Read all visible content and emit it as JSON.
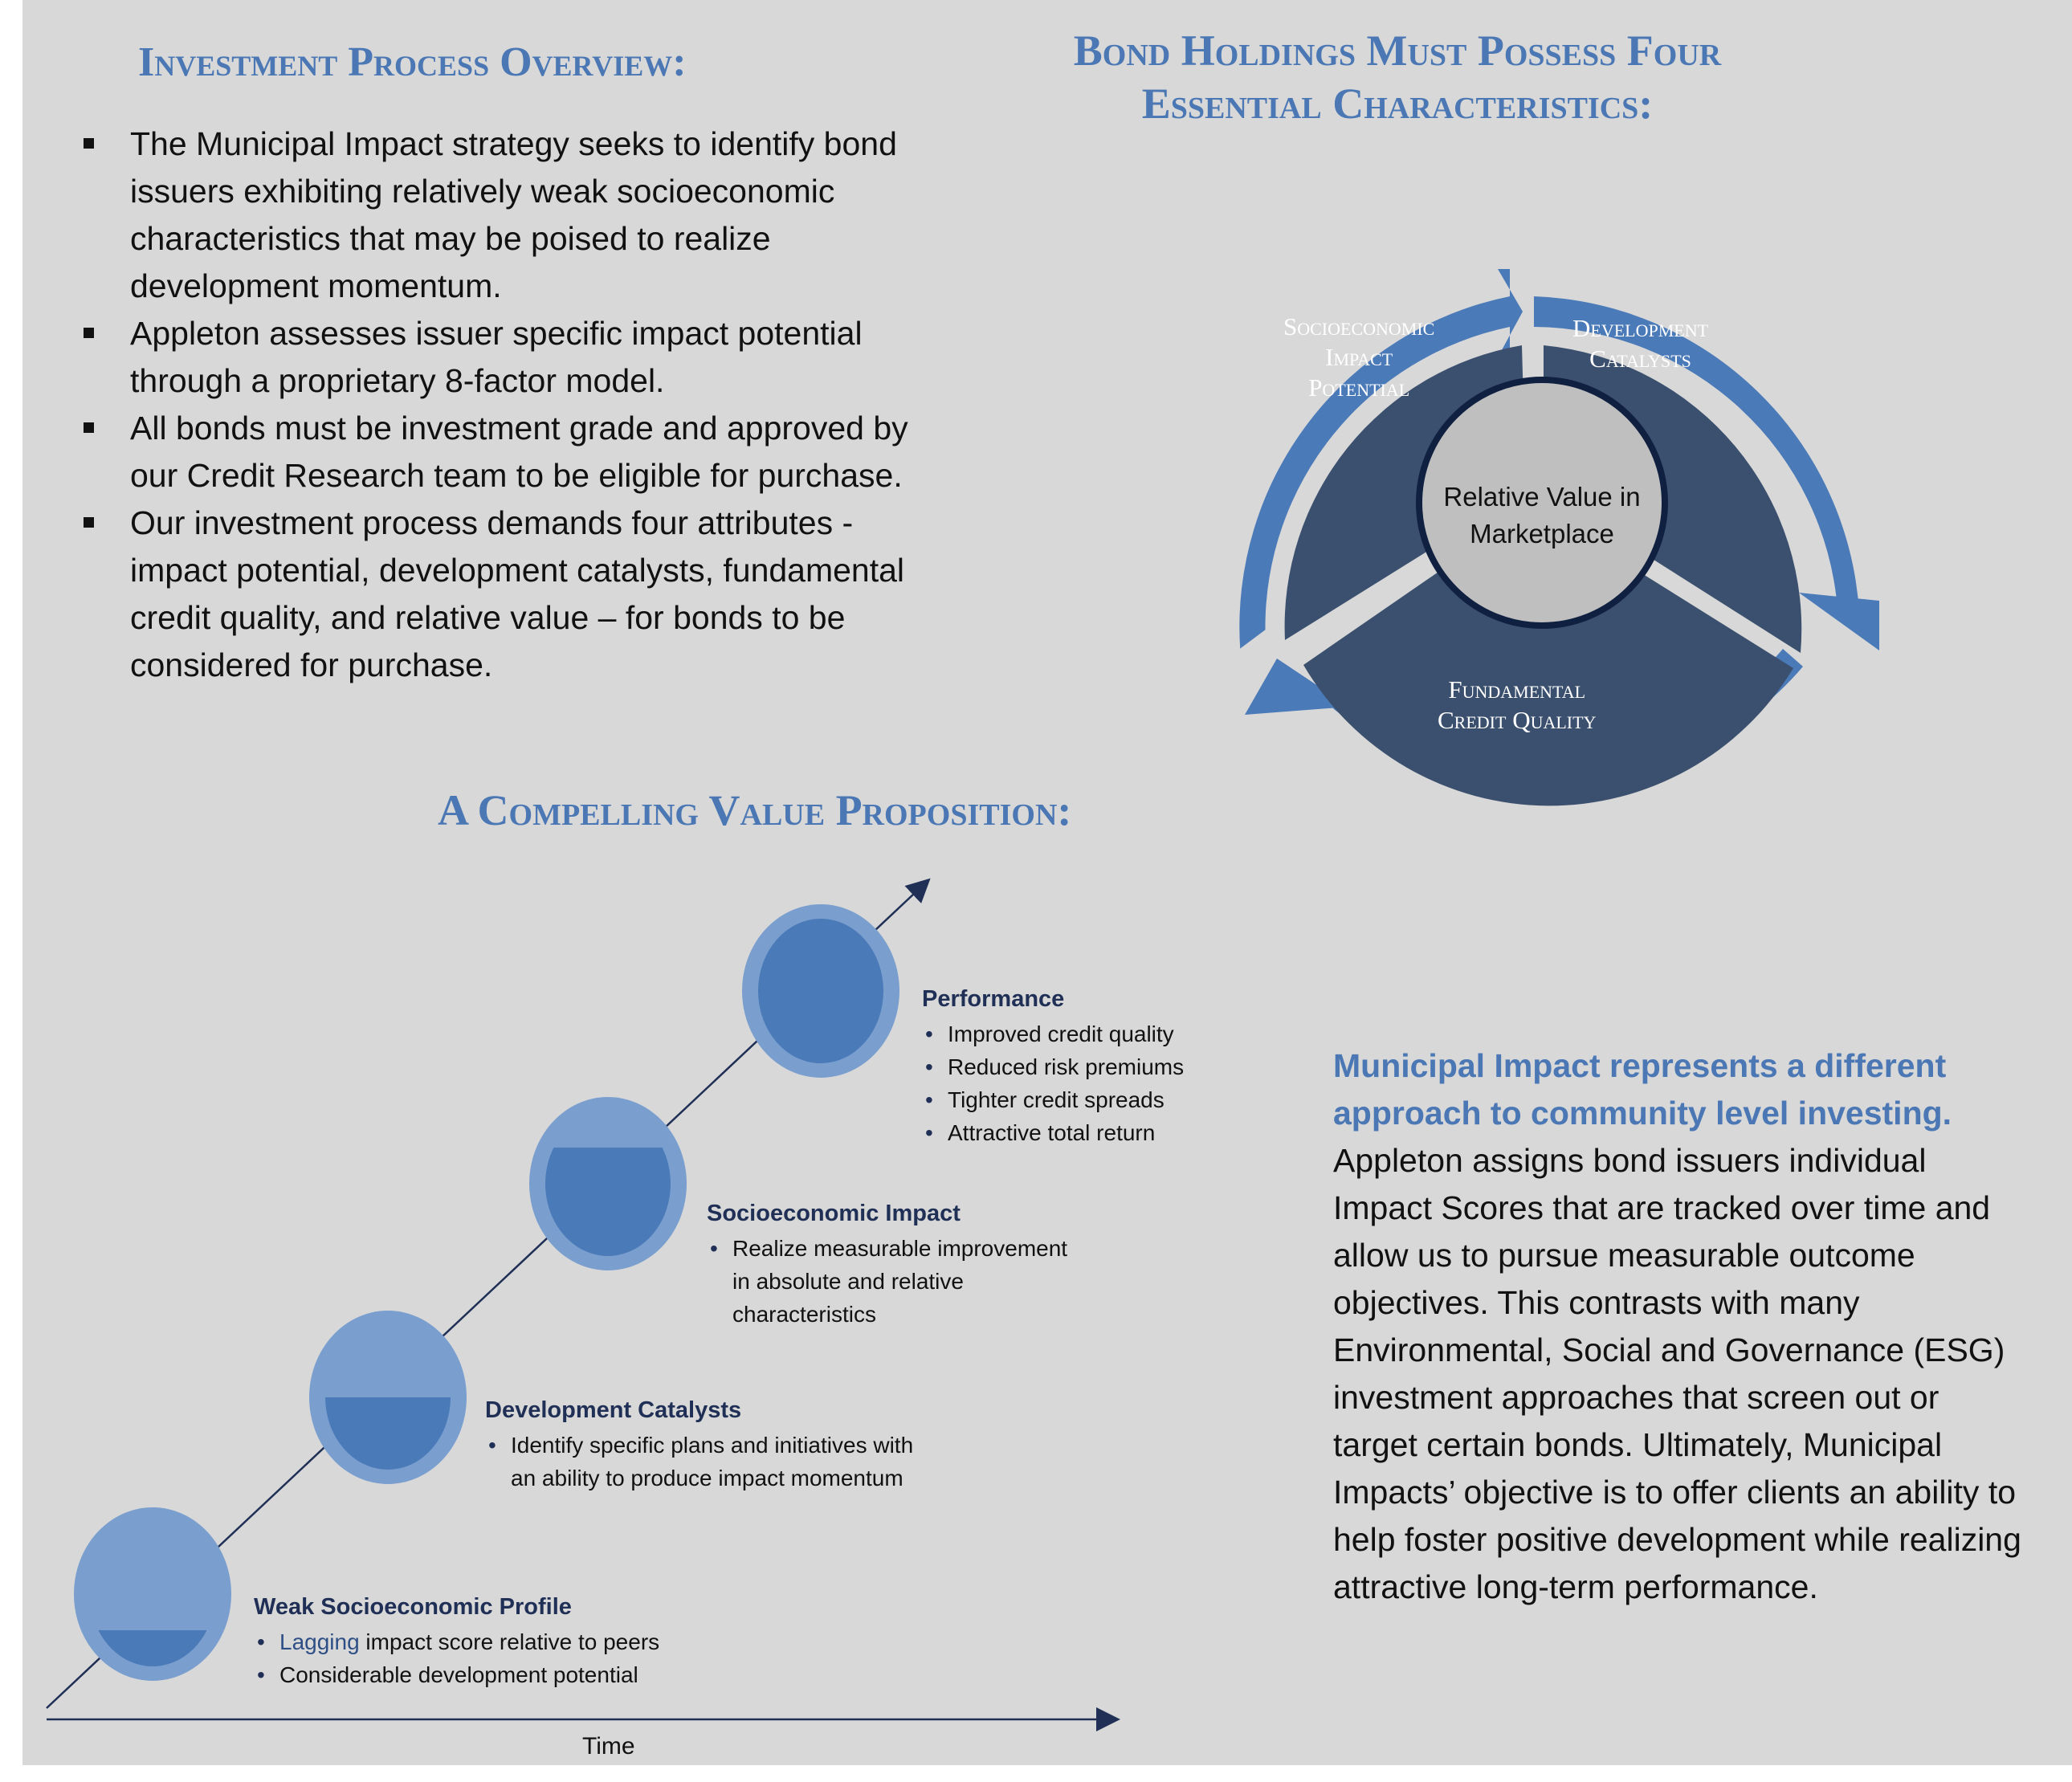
{
  "overview": {
    "title": "Investment Process Overview:",
    "bullets": [
      "The Municipal Impact strategy seeks to identify bond issuers exhibiting relatively weak socioeconomic characteristics that may be poised to realize development momentum.",
      "Appleton assesses issuer specific impact potential through a proprietary 8-factor model.",
      "All bonds must be investment grade and approved by our Credit Research team to be eligible for purchase.",
      "Our investment process demands four attributes - impact potential, development catalysts, fundamental credit quality, and relative value – for bonds to be considered for purchase."
    ]
  },
  "bond": {
    "title_line1": "Bond Holdings Must Possess Four",
    "title_line2": "Essential Characteristics:",
    "segments": {
      "top_left": [
        "Socioeconomic",
        "Impact",
        "Potential"
      ],
      "top_right": [
        "Development",
        "Catalysts"
      ],
      "bottom": [
        "Fundamental",
        "Credit Quality"
      ]
    },
    "center": [
      "Relative Value in",
      "Marketplace"
    ]
  },
  "value": {
    "title": "A Compelling Value Proposition:",
    "stages": [
      {
        "title": "Weak Socioeconomic Profile",
        "items_first_accent": "Lagging",
        "items_first_rest": " impact score relative to peers",
        "items": [
          "Considerable development potential"
        ],
        "fill_level": 0.25
      },
      {
        "title": "Development Catalysts",
        "items": [
          "Identify specific plans and initiatives with",
          "an ability to produce impact momentum"
        ],
        "fill_level": 0.5
      },
      {
        "title": "Socioeconomic Impact",
        "items": [
          "Realize measurable improvement",
          "in absolute and relative",
          "characteristics"
        ],
        "fill_level": 0.75
      },
      {
        "title": "Performance",
        "items": [
          "Improved credit quality",
          "Reduced risk premiums",
          "Tighter credit spreads",
          "Attractive total return"
        ],
        "fill_level": 1.0
      }
    ],
    "axis_label": "Time"
  },
  "proposition": {
    "lead": "Municipal Impact represents a different approach to community level investing.",
    "body": "Appleton assigns bond issuers individual Impact Scores that are tracked over time and allow us to pursue measurable outcome objectives. This contrasts with many Environmental, Social and Governance (ESG) investment approaches that screen out or target certain bonds. Ultimately, Municipal Impacts’ objective is to offer clients an ability to help foster positive development while realizing attractive long-term performance."
  },
  "colors": {
    "heading": "#4b78b4",
    "segment": "#3b506e",
    "ring": "#4a7ab8",
    "center": "#bfbfbf",
    "center_border": "#102040",
    "stage_outer": "#7a9fcf",
    "stage_fill": "#4a7ab8",
    "line": "#1f2f55"
  }
}
